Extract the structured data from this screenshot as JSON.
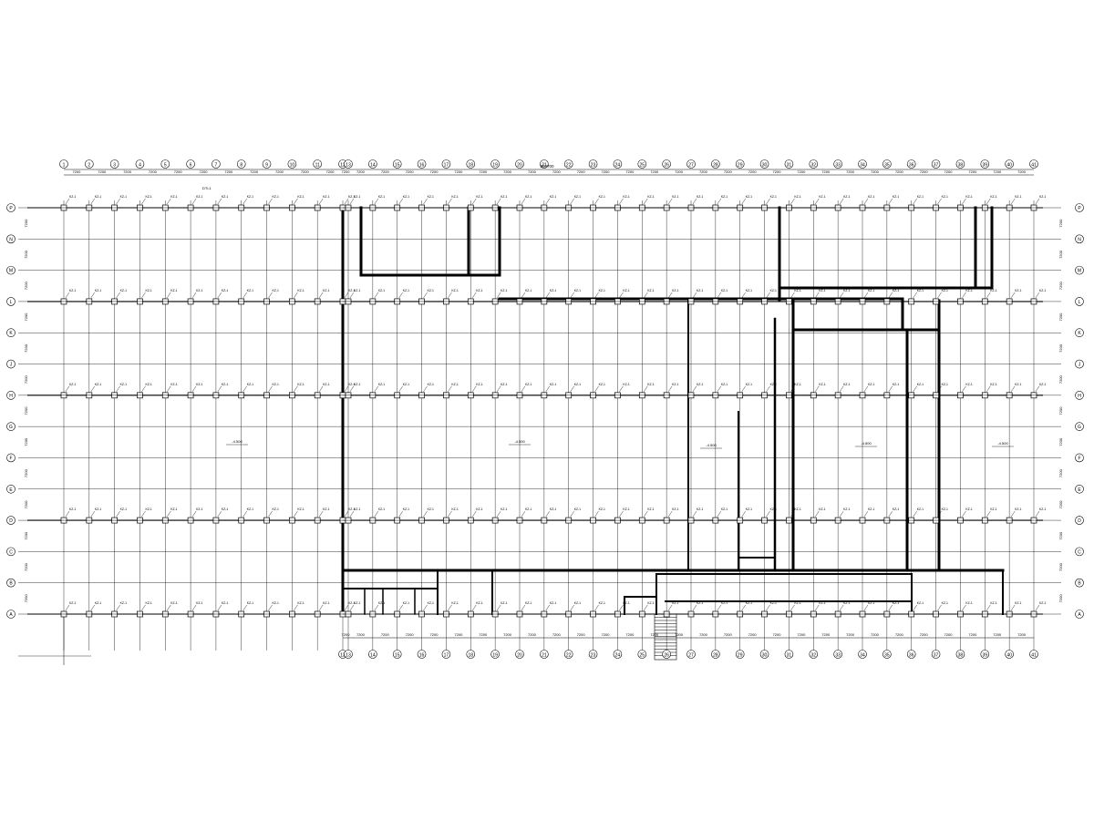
{
  "colors": {
    "ink": "#000000",
    "background": "#ffffff"
  },
  "grid": {
    "columns_left": [
      "1",
      "2",
      "3",
      "4",
      "5",
      "6",
      "7",
      "8",
      "9",
      "10",
      "11",
      "12"
    ],
    "columns_right": [
      "13",
      "14",
      "15",
      "16",
      "17",
      "18",
      "19",
      "20",
      "21",
      "22",
      "23",
      "24",
      "25",
      "26",
      "27",
      "28",
      "29",
      "30",
      "31",
      "32",
      "33",
      "34",
      "35",
      "36",
      "37",
      "38",
      "39",
      "40",
      "41"
    ],
    "rows": [
      "A",
      "B",
      "C",
      "D",
      "E",
      "F",
      "G",
      "H",
      "J",
      "K",
      "L",
      "M",
      "N",
      "P"
    ]
  },
  "dimensions": {
    "top_bay_labels": [
      "7200",
      "7200",
      "7200",
      "7200",
      "7200",
      "7200",
      "7200",
      "7200",
      "7200",
      "7200",
      "7200",
      "7200",
      "7200",
      "7200",
      "7200",
      "7200",
      "7200",
      "7200",
      "7200",
      "7200",
      "7200",
      "7200",
      "7200",
      "7200",
      "7200",
      "7200",
      "7200",
      "7200",
      "7200",
      "7200",
      "7200",
      "7200",
      "7200",
      "7200",
      "7200",
      "7200",
      "7200",
      "7200",
      "7200",
      "7200"
    ],
    "top_total": "300700",
    "left_row_labels": [
      "7200",
      "7200",
      "7200",
      "7200",
      "7200",
      "7200",
      "7200",
      "7200",
      "7200",
      "7200",
      "7200",
      "7200",
      "7200"
    ],
    "right_row_labels": [
      "7200",
      "7200",
      "7200",
      "7200",
      "7200",
      "7200",
      "7200",
      "7200",
      "7200",
      "7200",
      "7200",
      "7200",
      "7200"
    ]
  },
  "labels": {
    "column_tag": "KZ-1",
    "room_notes": [
      "-4.500",
      "-4.500",
      "-4.500",
      "-4.500",
      "-4.500"
    ],
    "corner_tag": "DTL1"
  }
}
